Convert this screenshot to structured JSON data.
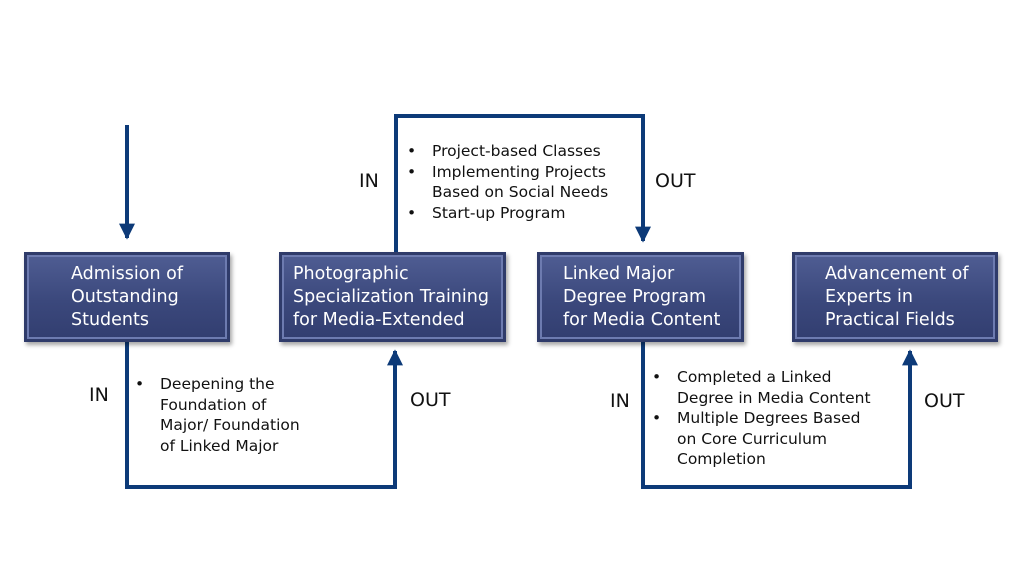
{
  "boxes": [
    {
      "label": "Admission of\nOutstanding\nStudents"
    },
    {
      "label": "Photographic\nSpecialization Training\nfor Media-Extended"
    },
    {
      "label": "Linked Major\nDegree Program\nfor Media Content"
    },
    {
      "label": "Advancement of\nExperts in\nPractical Fields"
    }
  ],
  "flows": [
    {
      "in_label": "IN",
      "out_label": "OUT",
      "bullets": [
        "Deepening the\nFoundation of\nMajor/ Foundation\nof Linked Major"
      ]
    },
    {
      "in_label": "IN",
      "out_label": "OUT",
      "bullets": [
        "Project-based Classes",
        "Implementing Projects\nBased on Social Needs",
        "Start-up Program"
      ]
    },
    {
      "in_label": "IN",
      "out_label": "OUT",
      "bullets": [
        "Completed a Linked\nDegree in Media Content",
        "Multiple Degrees Based\non Core Curriculum\nCompletion"
      ]
    }
  ],
  "colors": {
    "connector": "#0d3a78",
    "box_fill": "#3d4a7e",
    "box_text": "#ffffff"
  }
}
